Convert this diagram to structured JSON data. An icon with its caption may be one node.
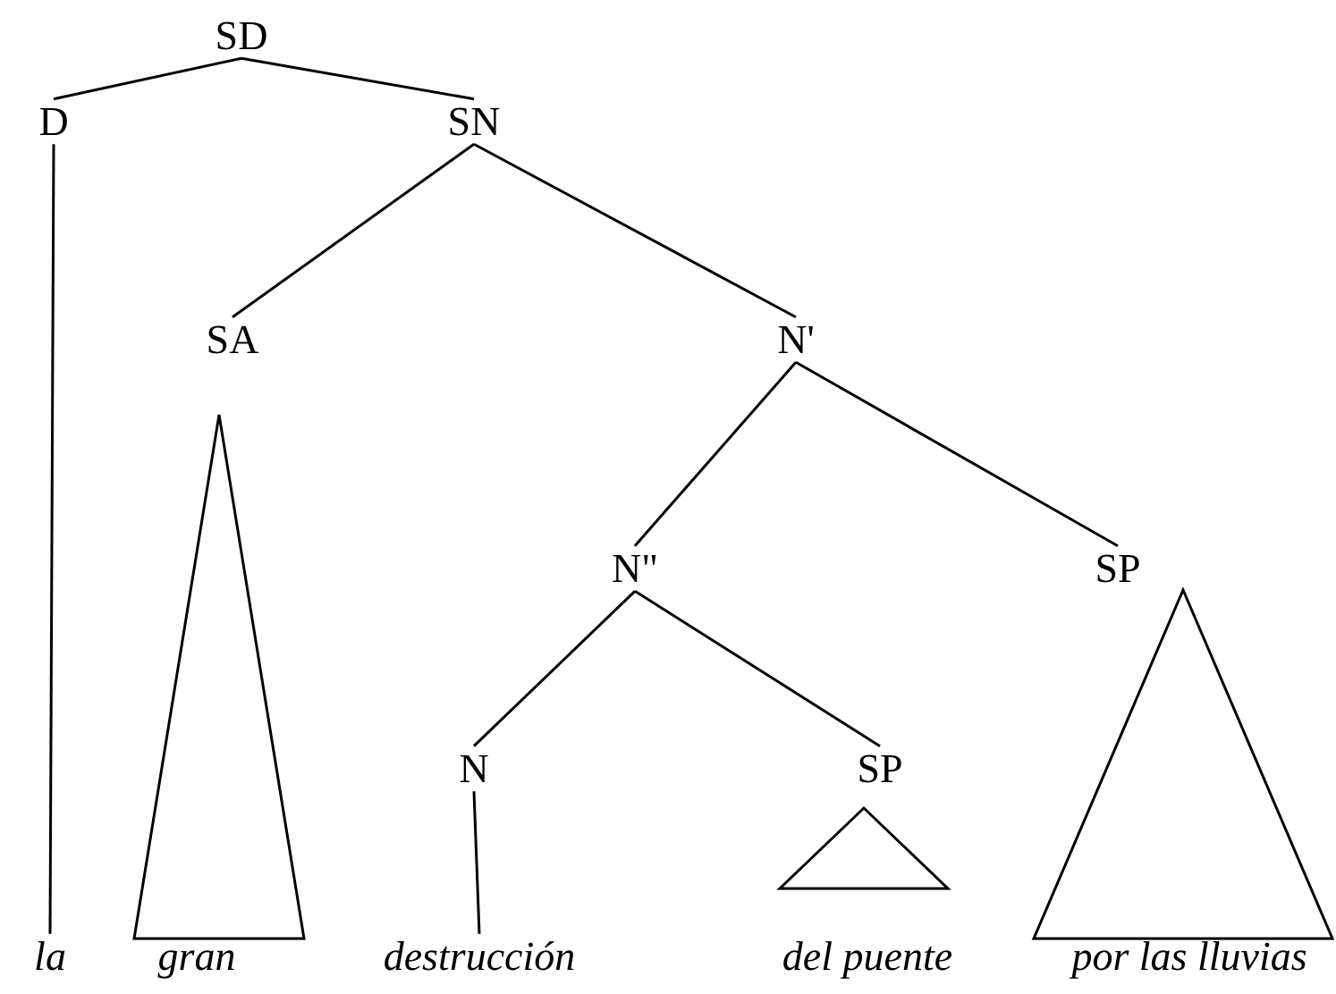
{
  "diagram": {
    "nodes": [
      {
        "text": [
          "SD"
        ]
      },
      {
        "text": [
          "D"
        ]
      },
      {
        "text": [
          "SN"
        ]
      },
      {
        "text": [
          "SA"
        ]
      },
      {
        "text": [
          "N'"
        ]
      },
      {
        "text": [
          "N\""
        ]
      },
      {
        "text": [
          "SP"
        ]
      },
      {
        "text": [
          "N"
        ]
      },
      {
        "text": [
          "SP"
        ]
      },
      {
        "text": [],
        "shape": "triangle"
      },
      {
        "text": [],
        "shape": "triangle"
      },
      {
        "text": [],
        "shape": "triangle"
      },
      {
        "text": [
          "la"
        ]
      },
      {
        "text": [
          "gran"
        ]
      },
      {
        "text": [
          "destrucción"
        ]
      },
      {
        "text": [
          "del puente"
        ]
      },
      {
        "text": [
          "por las lluvias"
        ]
      }
    ],
    "edges": [
      {
        "from": 0,
        "to": 1,
        "arrow": "none"
      },
      {
        "from": 0,
        "to": 2,
        "arrow": "none"
      },
      {
        "from": 2,
        "to": 3,
        "arrow": "none"
      },
      {
        "from": 2,
        "to": 4,
        "arrow": "none"
      },
      {
        "from": 4,
        "to": 5,
        "arrow": "none"
      },
      {
        "from": 4,
        "to": 6,
        "arrow": "none"
      },
      {
        "from": 5,
        "to": 7,
        "arrow": "none"
      },
      {
        "from": 5,
        "to": 8,
        "arrow": "none"
      },
      {
        "from": 1,
        "to": 12,
        "arrow": "none"
      },
      {
        "from": 7,
        "to": 14,
        "arrow": "none"
      }
    ]
  }
}
